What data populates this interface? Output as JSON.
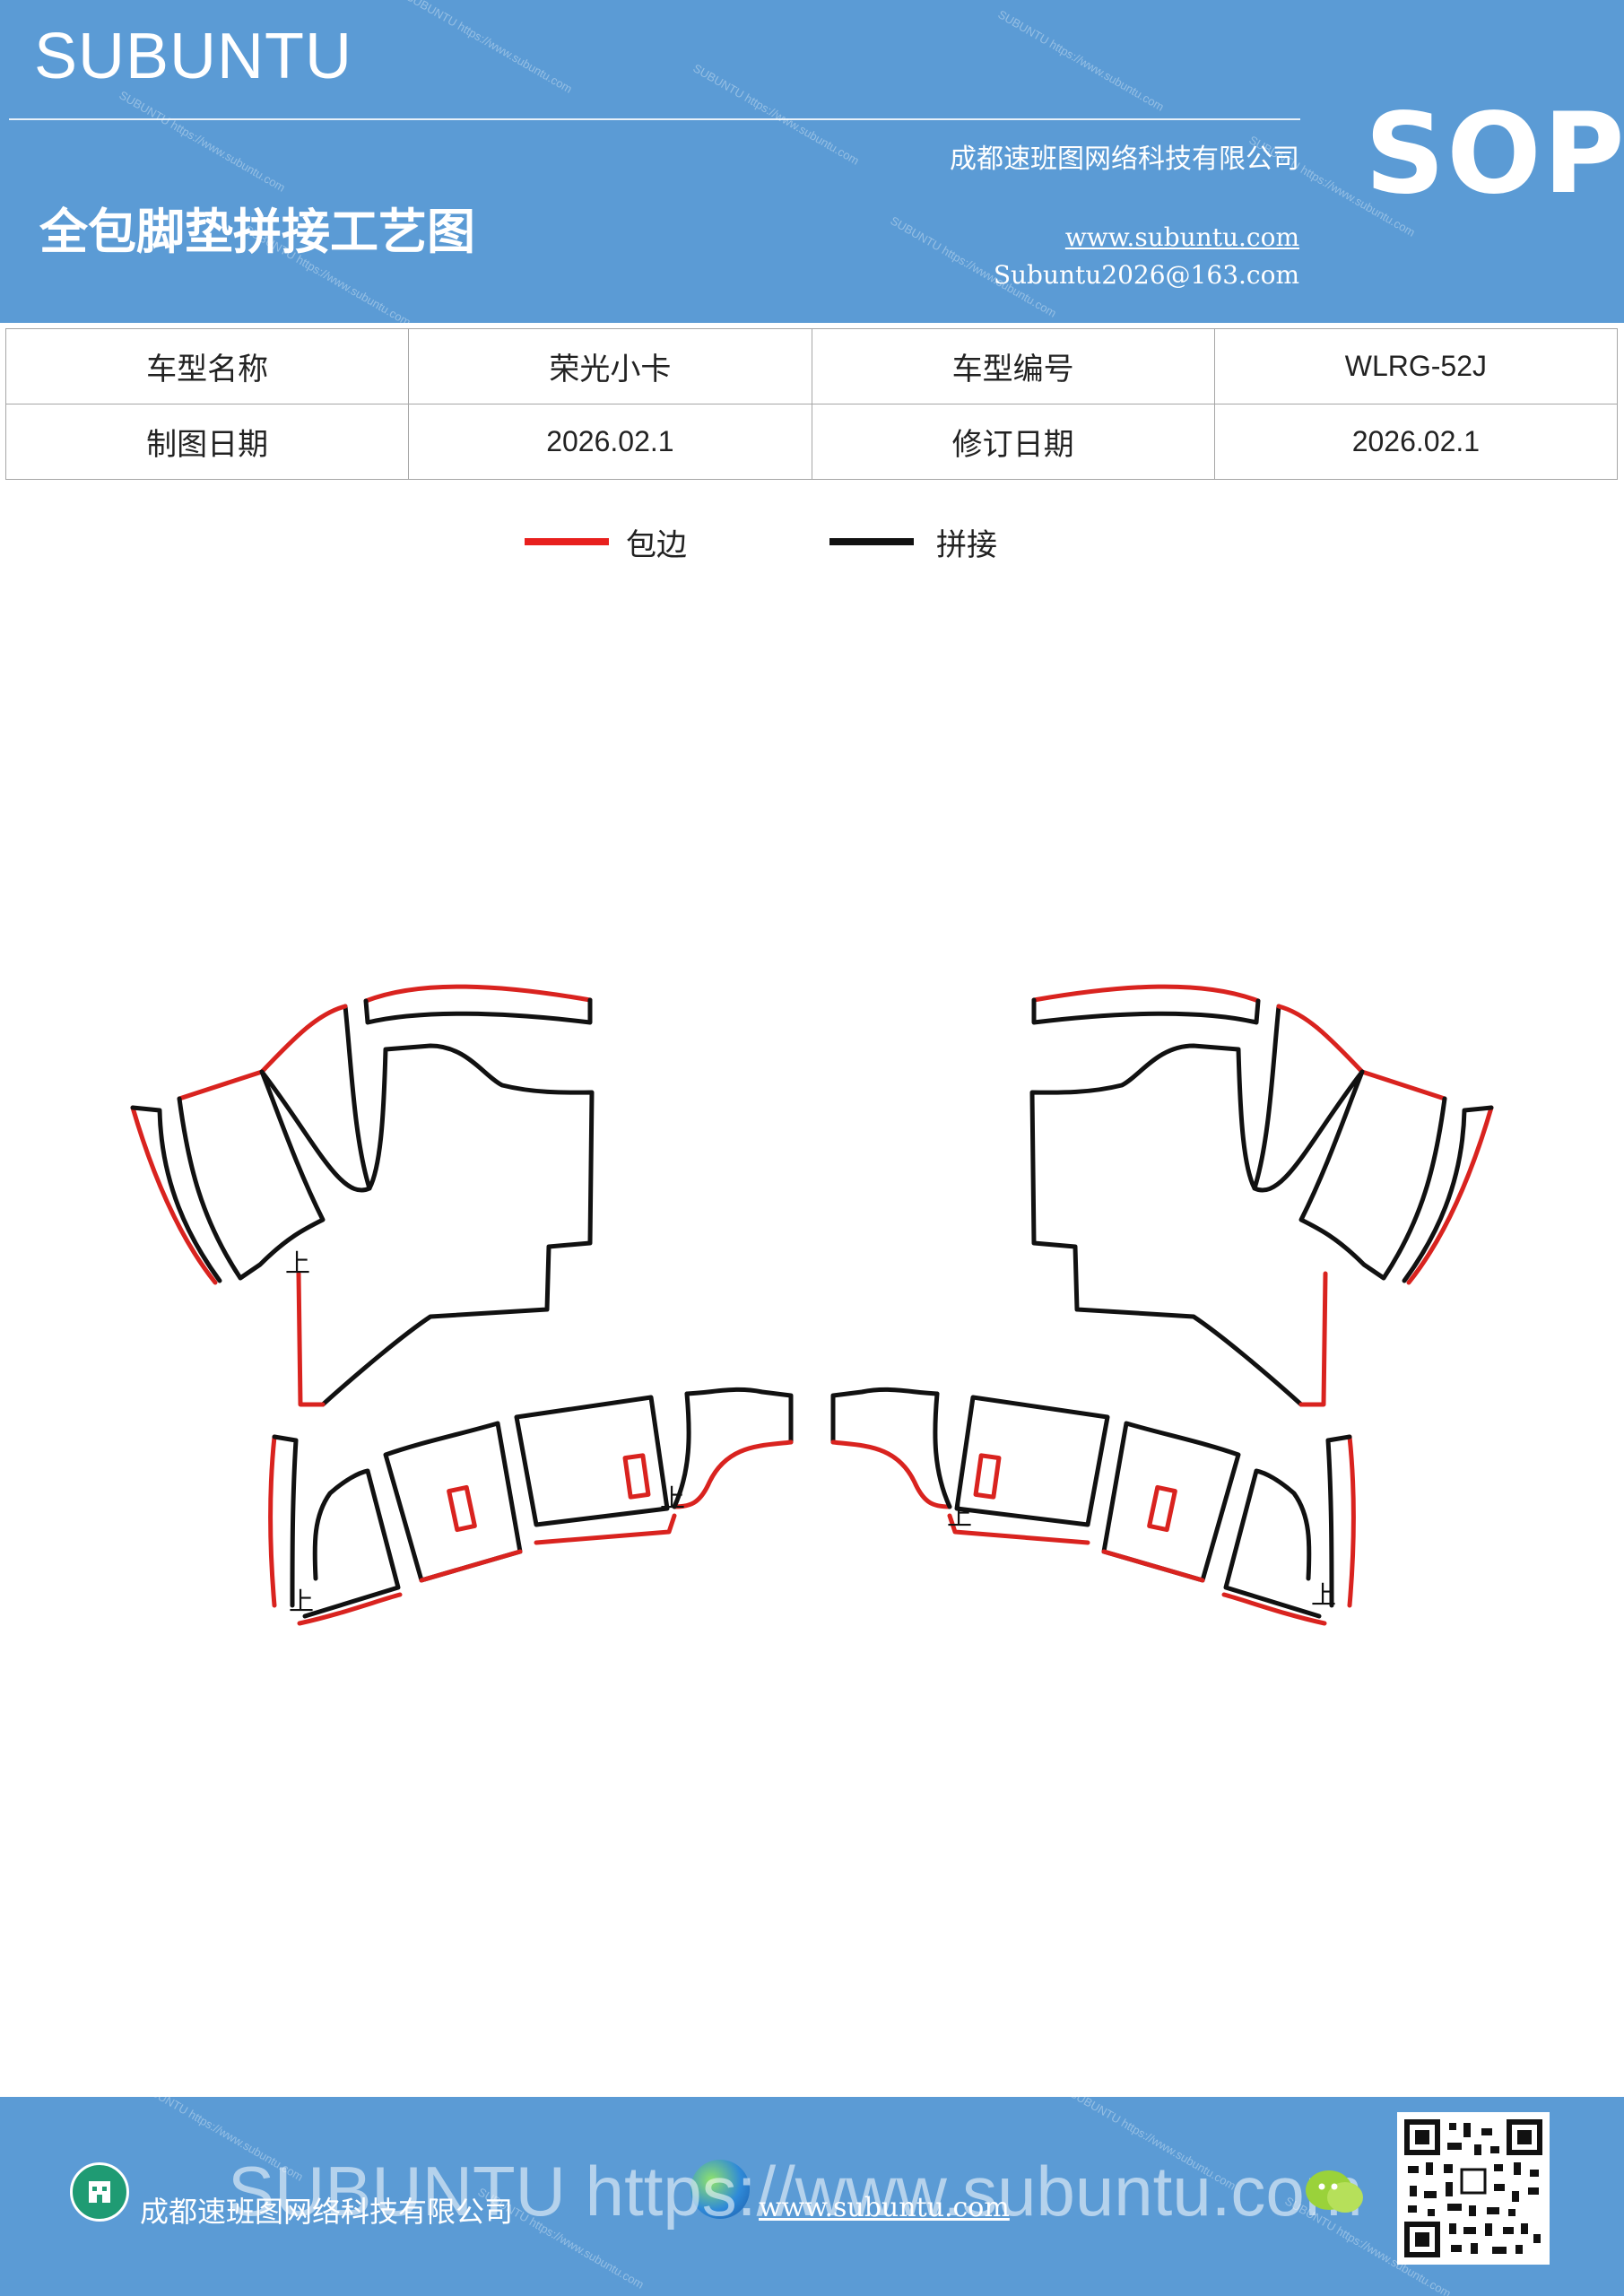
{
  "header": {
    "brand": "SUBUNTU",
    "title": "全包脚垫拼接工艺图",
    "company": "成都速班图网络科技有限公司",
    "website": "www.subuntu.com",
    "email": "Subuntu2026@163.com",
    "badge": "SOP"
  },
  "info_table": {
    "rows": [
      {
        "label1": "车型名称",
        "value1": "荣光小卡",
        "label2": "车型编号",
        "value2": "WLRG-52J"
      },
      {
        "label1": "制图日期",
        "value1": "2026.02.1",
        "label2": "修订日期",
        "value2": "2026.02.1"
      }
    ]
  },
  "legend": {
    "items": [
      {
        "label": "包边",
        "color": "#e8201e"
      },
      {
        "label": "拼接",
        "color": "#111111"
      }
    ]
  },
  "diagram": {
    "marker_label": "上",
    "colors": {
      "edge": "#d9231f",
      "seam": "#111111"
    }
  },
  "footer": {
    "company": "成都速班图网络科技有限公司",
    "website": "www.subuntu.com",
    "watermark": "SUBUNTU https://www.subuntu.com"
  }
}
